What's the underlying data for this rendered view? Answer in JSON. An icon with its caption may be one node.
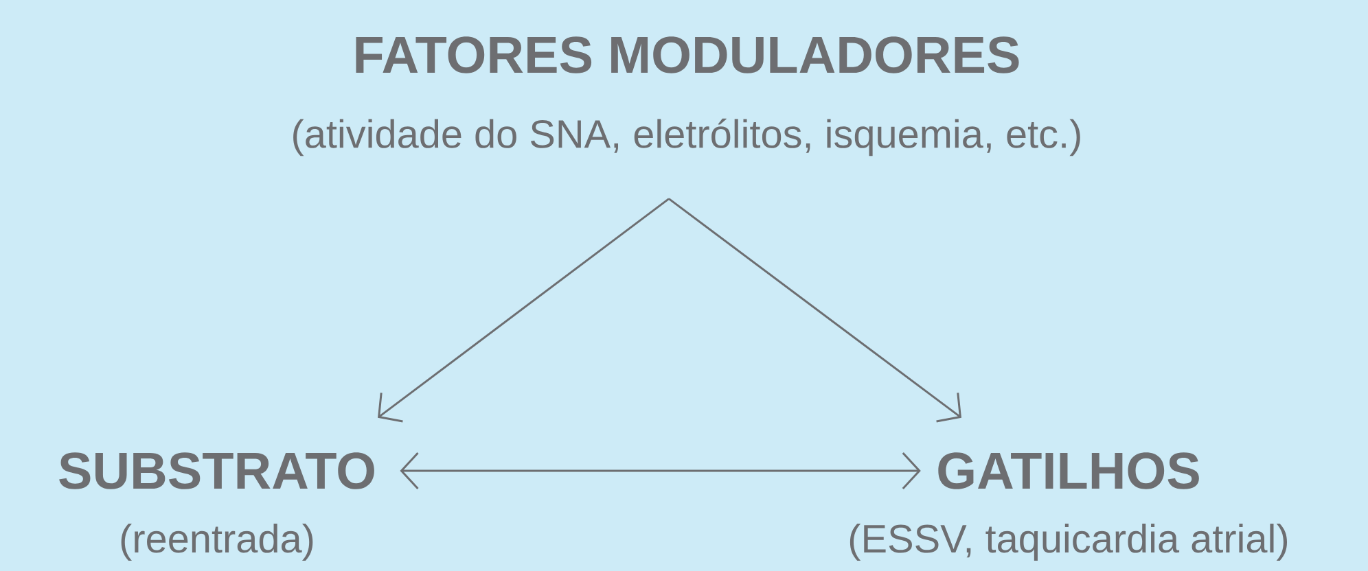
{
  "diagram": {
    "nodes": [
      {
        "text": [
          "FATORES MODULADORES",
          "(atividade do SNA, eletrólitos, isquemia, etc.)"
        ]
      },
      {
        "text": [
          "SUBSTRATO",
          "(reentrada)"
        ]
      },
      {
        "text": [
          "GATILHOS",
          "(ESSV, taquicardia atrial)"
        ]
      }
    ],
    "edges": [
      {
        "from": 0,
        "to": 1,
        "arrow": "to"
      },
      {
        "from": 0,
        "to": 2,
        "arrow": "to"
      },
      {
        "from": 1,
        "to": 2,
        "arrow": "both"
      }
    ]
  }
}
